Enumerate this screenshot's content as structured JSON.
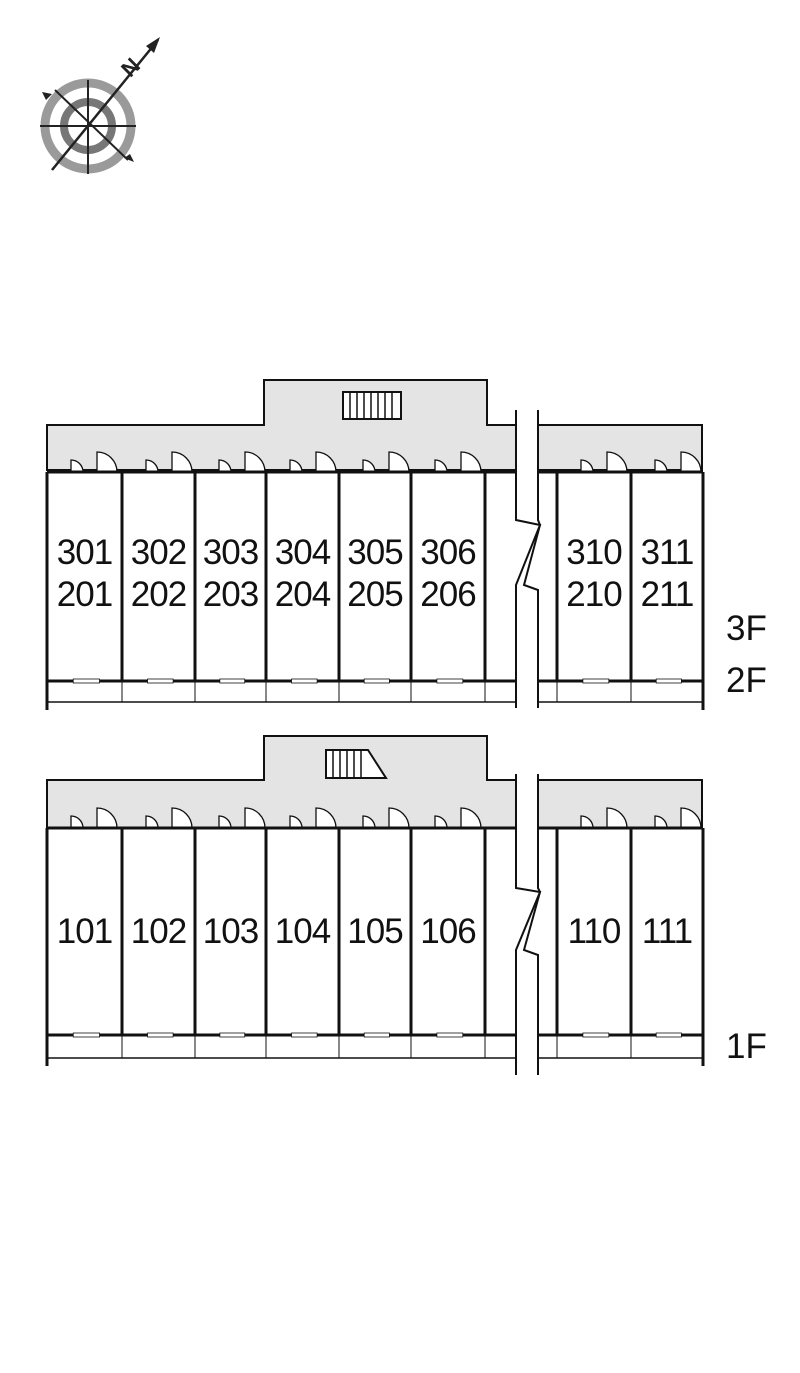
{
  "compass": {
    "icon": "north-compass-icon",
    "label": "N"
  },
  "floors_upper": {
    "floor_labels": [
      "3F",
      "2F"
    ],
    "units": [
      {
        "top": "301",
        "bottom": "201"
      },
      {
        "top": "302",
        "bottom": "202"
      },
      {
        "top": "303",
        "bottom": "203"
      },
      {
        "top": "304",
        "bottom": "204"
      },
      {
        "top": "305",
        "bottom": "205"
      },
      {
        "top": "306",
        "bottom": "206"
      },
      {
        "top": "310",
        "bottom": "210"
      },
      {
        "top": "311",
        "bottom": "211"
      }
    ]
  },
  "floors_lower": {
    "floor_labels": [
      "1F"
    ],
    "units": [
      {
        "top": "101"
      },
      {
        "top": "102"
      },
      {
        "top": "103"
      },
      {
        "top": "104"
      },
      {
        "top": "105"
      },
      {
        "top": "106"
      },
      {
        "top": "110"
      },
      {
        "top": "111"
      }
    ]
  },
  "colors": {
    "corridor": "#e4e4e4",
    "wall": "#111111",
    "compass_ring": "#9a9a9a",
    "compass_arrow": "#222222"
  }
}
